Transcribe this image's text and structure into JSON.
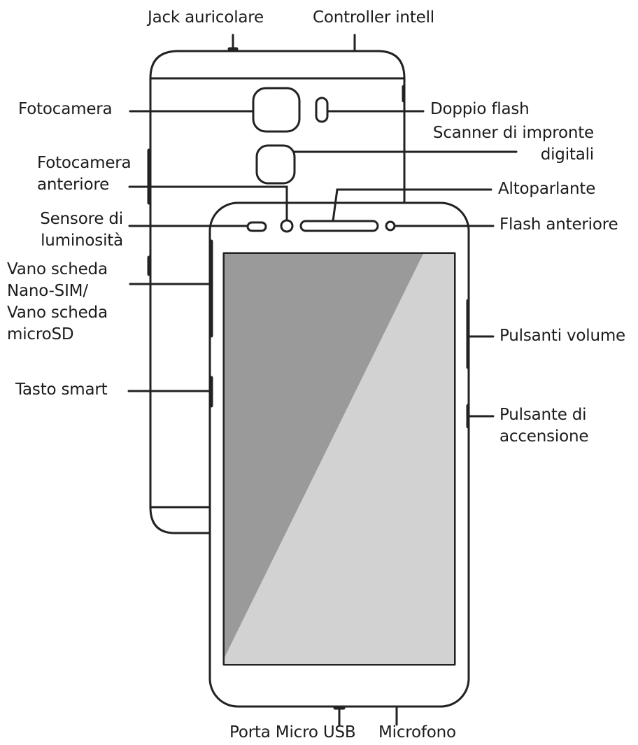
{
  "labels": {
    "jack": "Jack auricolare",
    "controller": "Controller intell",
    "fotocamera": "Fotocamera",
    "doppio_flash": "Doppio flash",
    "scanner": [
      "Scanner di impronte",
      "digitali"
    ],
    "fotocamera_anteriore": [
      "Fotocamera",
      "anteriore"
    ],
    "altoparlante": "Altoparlante",
    "sensore": [
      "Sensore di",
      "luminosità"
    ],
    "flash_anteriore": "Flash anteriore",
    "vano": [
      "Vano scheda",
      "Nano-SIM/",
      "Vano scheda",
      "microSD"
    ],
    "volume": "Pulsanti volume",
    "tasto_smart": "Tasto smart",
    "accensione": [
      "Pulsante di",
      "accensione"
    ],
    "porta_usb": "Porta Micro USB",
    "microfono": "Microfono"
  },
  "colors": {
    "line": "#222222",
    "screen_dark": "#9a9a9a",
    "screen_light": "#d2d2d2",
    "text": "#1c1c1c"
  }
}
